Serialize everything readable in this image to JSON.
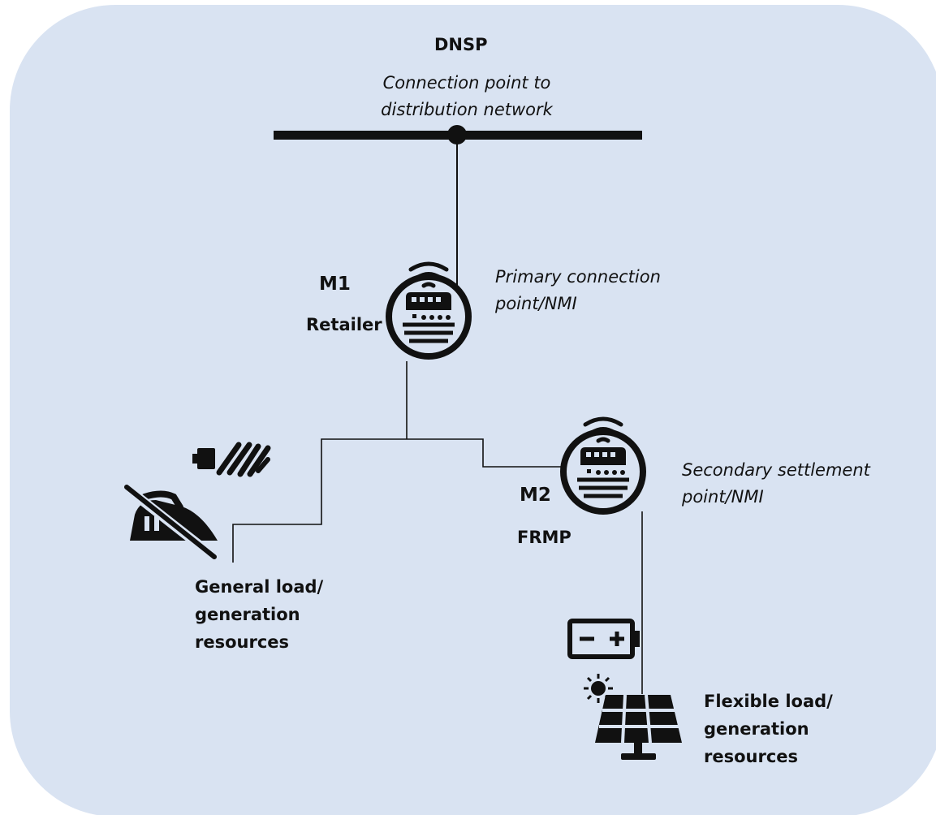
{
  "diagram": {
    "dnsp": "DNSP",
    "connection_point_line1": "Connection point to",
    "connection_point_line2": "distribution network",
    "m1": {
      "id": "M1",
      "role": "Retailer",
      "desc_line1": "Primary connection",
      "desc_line2": "point/NMI"
    },
    "m2": {
      "id": "M2",
      "role": "FRMP",
      "desc_line1": "Secondary settlement",
      "desc_line2": "point/NMI"
    },
    "general": {
      "line1": "General load/",
      "line2": "generation",
      "line3": "resources"
    },
    "flexible": {
      "line1": "Flexible load/",
      "line2": "generation",
      "line3": "resources"
    }
  },
  "colors": {
    "background": "#d9e3f2",
    "ink": "#111111"
  },
  "icons": [
    "smart-meter-icon",
    "smart-meter-icon",
    "light-bulb-icon",
    "crossed-iron-icon",
    "battery-icon",
    "sun-icon",
    "solar-panel-icon"
  ]
}
